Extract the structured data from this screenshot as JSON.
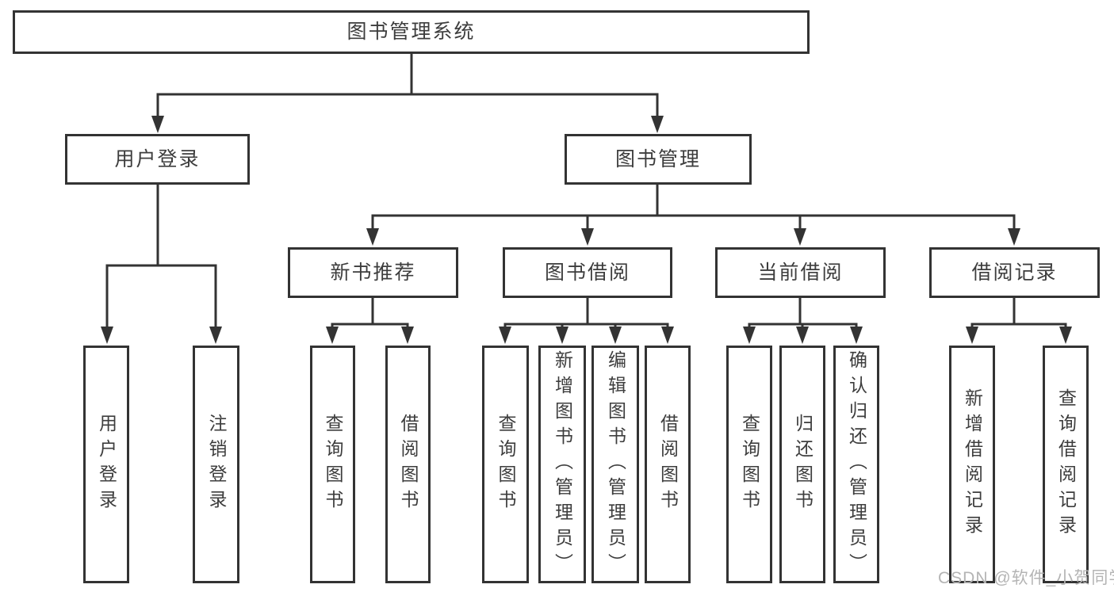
{
  "diagram_title": "图书管理系统",
  "watermark": "CSDN @软件_小贺同学",
  "colors": {
    "line": "#333333",
    "box_border": "#333333",
    "text": "#3d3d3d",
    "background": "#ffffff",
    "watermark": "#b4b4b4"
  },
  "tree": {
    "label": "图书管理系统",
    "children": [
      {
        "label": "用户登录",
        "children": [
          {
            "label": "用户登录"
          },
          {
            "label": "注销登录"
          }
        ]
      },
      {
        "label": "图书管理",
        "children": [
          {
            "label": "新书推荐",
            "children": [
              {
                "label": "查询图书"
              },
              {
                "label": "借阅图书"
              }
            ]
          },
          {
            "label": "图书借阅",
            "children": [
              {
                "label": "查询图书"
              },
              {
                "label": "新增图书（管理员）"
              },
              {
                "label": "编辑图书（管理员）"
              },
              {
                "label": "借阅图书"
              }
            ]
          },
          {
            "label": "当前借阅",
            "children": [
              {
                "label": "查询图书"
              },
              {
                "label": "归还图书"
              },
              {
                "label": "确认归还（管理员）"
              }
            ]
          },
          {
            "label": "借阅记录",
            "children": [
              {
                "label": "新增借阅记录"
              },
              {
                "label": "查询借阅记录"
              }
            ]
          }
        ]
      }
    ]
  }
}
